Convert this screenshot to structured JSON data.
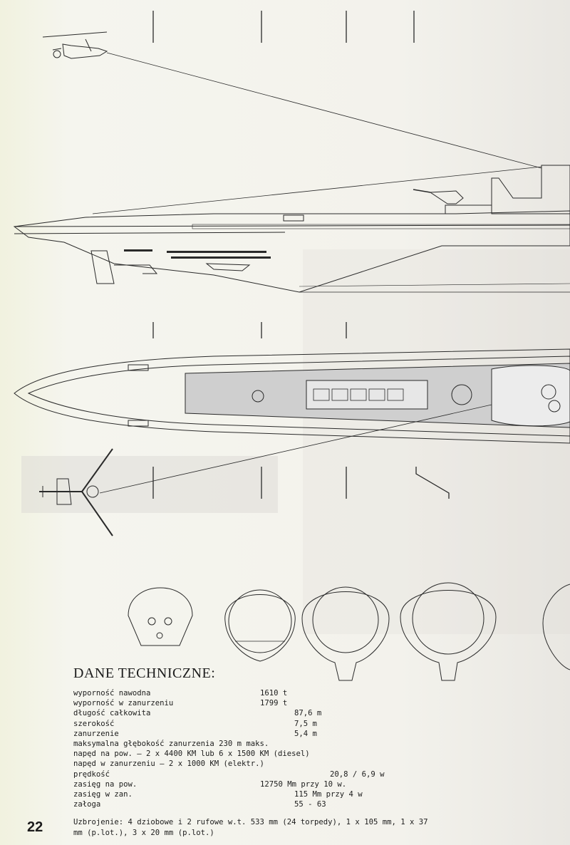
{
  "specs": {
    "title": "DANE TECHNICZNE:",
    "rows": [
      {
        "label": "wyporność nawodna",
        "value": "1610 t",
        "col": "v1"
      },
      {
        "label": "wyporność w zanurzeniu",
        "value": "1799 t",
        "col": "v1"
      },
      {
        "label": "długość całkowita",
        "value": "87,6 m",
        "col": "v2"
      },
      {
        "label": "szerokość",
        "value": "7,5 m",
        "col": "v2"
      },
      {
        "label": "zanurzenie",
        "value": "5,4 m",
        "col": "v2"
      },
      {
        "label": "maksymalna głębokość zanurzenia 230 m maks.",
        "value": "",
        "col": "v1"
      },
      {
        "label": "napęd na pow. – 2 x 4400 KM lub 6 x 1500 KM (diesel)",
        "value": "",
        "col": "v1"
      },
      {
        "label": "napęd w zanurzeniu – 2 x 1000 KM (elektr.)",
        "value": "",
        "col": "v1"
      },
      {
        "label": "prędkość",
        "value": "20,8 / 6,9 w",
        "col": "v3"
      },
      {
        "label": "zasięg na pow.",
        "value": "12750 Mm przy 10 w.",
        "col": "v1"
      },
      {
        "label": "zasięg w zan.",
        "value": "115 Mm przy 4 w",
        "col": "v2"
      },
      {
        "label": "załoga",
        "value": "55 - 63",
        "col": "v2"
      }
    ]
  },
  "armament": "Uzbrojenie: 4 dziobowe i 2 rufowe w.t. 533 mm (24 torpedy), 1 x 105 mm, 1 x 37 mm (p.lot.), 3 x 20 mm (p.lot.)",
  "page_number": "22"
}
